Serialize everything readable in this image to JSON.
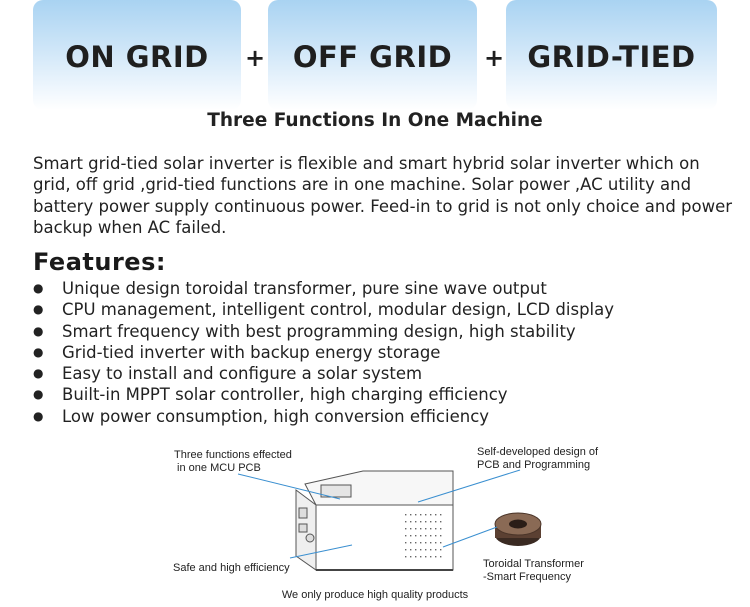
{
  "banners": [
    {
      "label": "ON GRID"
    },
    {
      "label": "OFF GRID"
    },
    {
      "label": "GRID-TIED"
    }
  ],
  "plus_sign": "+",
  "subtitle": "Three Functions In One Machine",
  "intro": "Smart grid-tied solar inverter is flexible and smart hybrid solar inverter which on grid, off grid ,grid-tied functions are  in one machine. Solar power ,AC utility and battery power supply continuous power. Feed-in to grid is not only choice and power backup when AC failed.",
  "features": {
    "heading": "Features:",
    "bullet": "●",
    "items": [
      "Unique design toroidal transformer, pure sine wave output",
      "CPU management, intelligent control, modular design, LCD display",
      "Smart frequency with best programming design, high stability",
      "Grid-tied inverter with backup energy storage",
      "Easy to install and configure a solar system",
      "Built-in MPPT solar controller, high charging efficiency",
      "Low power consumption, high conversion efficiency"
    ]
  },
  "diagram": {
    "label_mcu_line1": "Three functions effected",
    "label_mcu_line2": " in one MCU PCB",
    "label_self_line1": "Self-developed design of",
    "label_self_line2": "PCB and Programming",
    "label_safe": "Safe and high efficiency",
    "label_toroid_line1": "Toroidal Transformer",
    "label_toroid_line2": "-Smart Frequency",
    "leader_color": "#3a8fd0"
  },
  "footer": "We only produce high quality products"
}
